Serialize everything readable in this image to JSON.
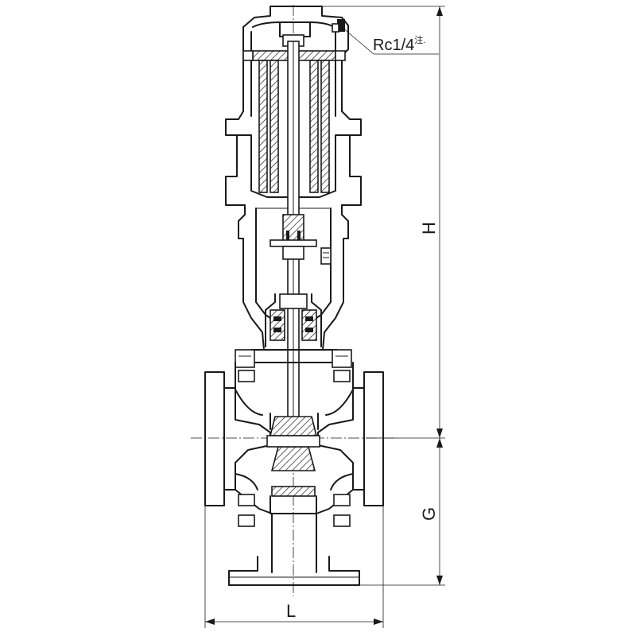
{
  "drawing": {
    "port_label": "Rc",
    "port_size": "1/4",
    "port_note": "注.",
    "dim_height": "H",
    "dim_lower": "G",
    "dim_length": "L"
  }
}
